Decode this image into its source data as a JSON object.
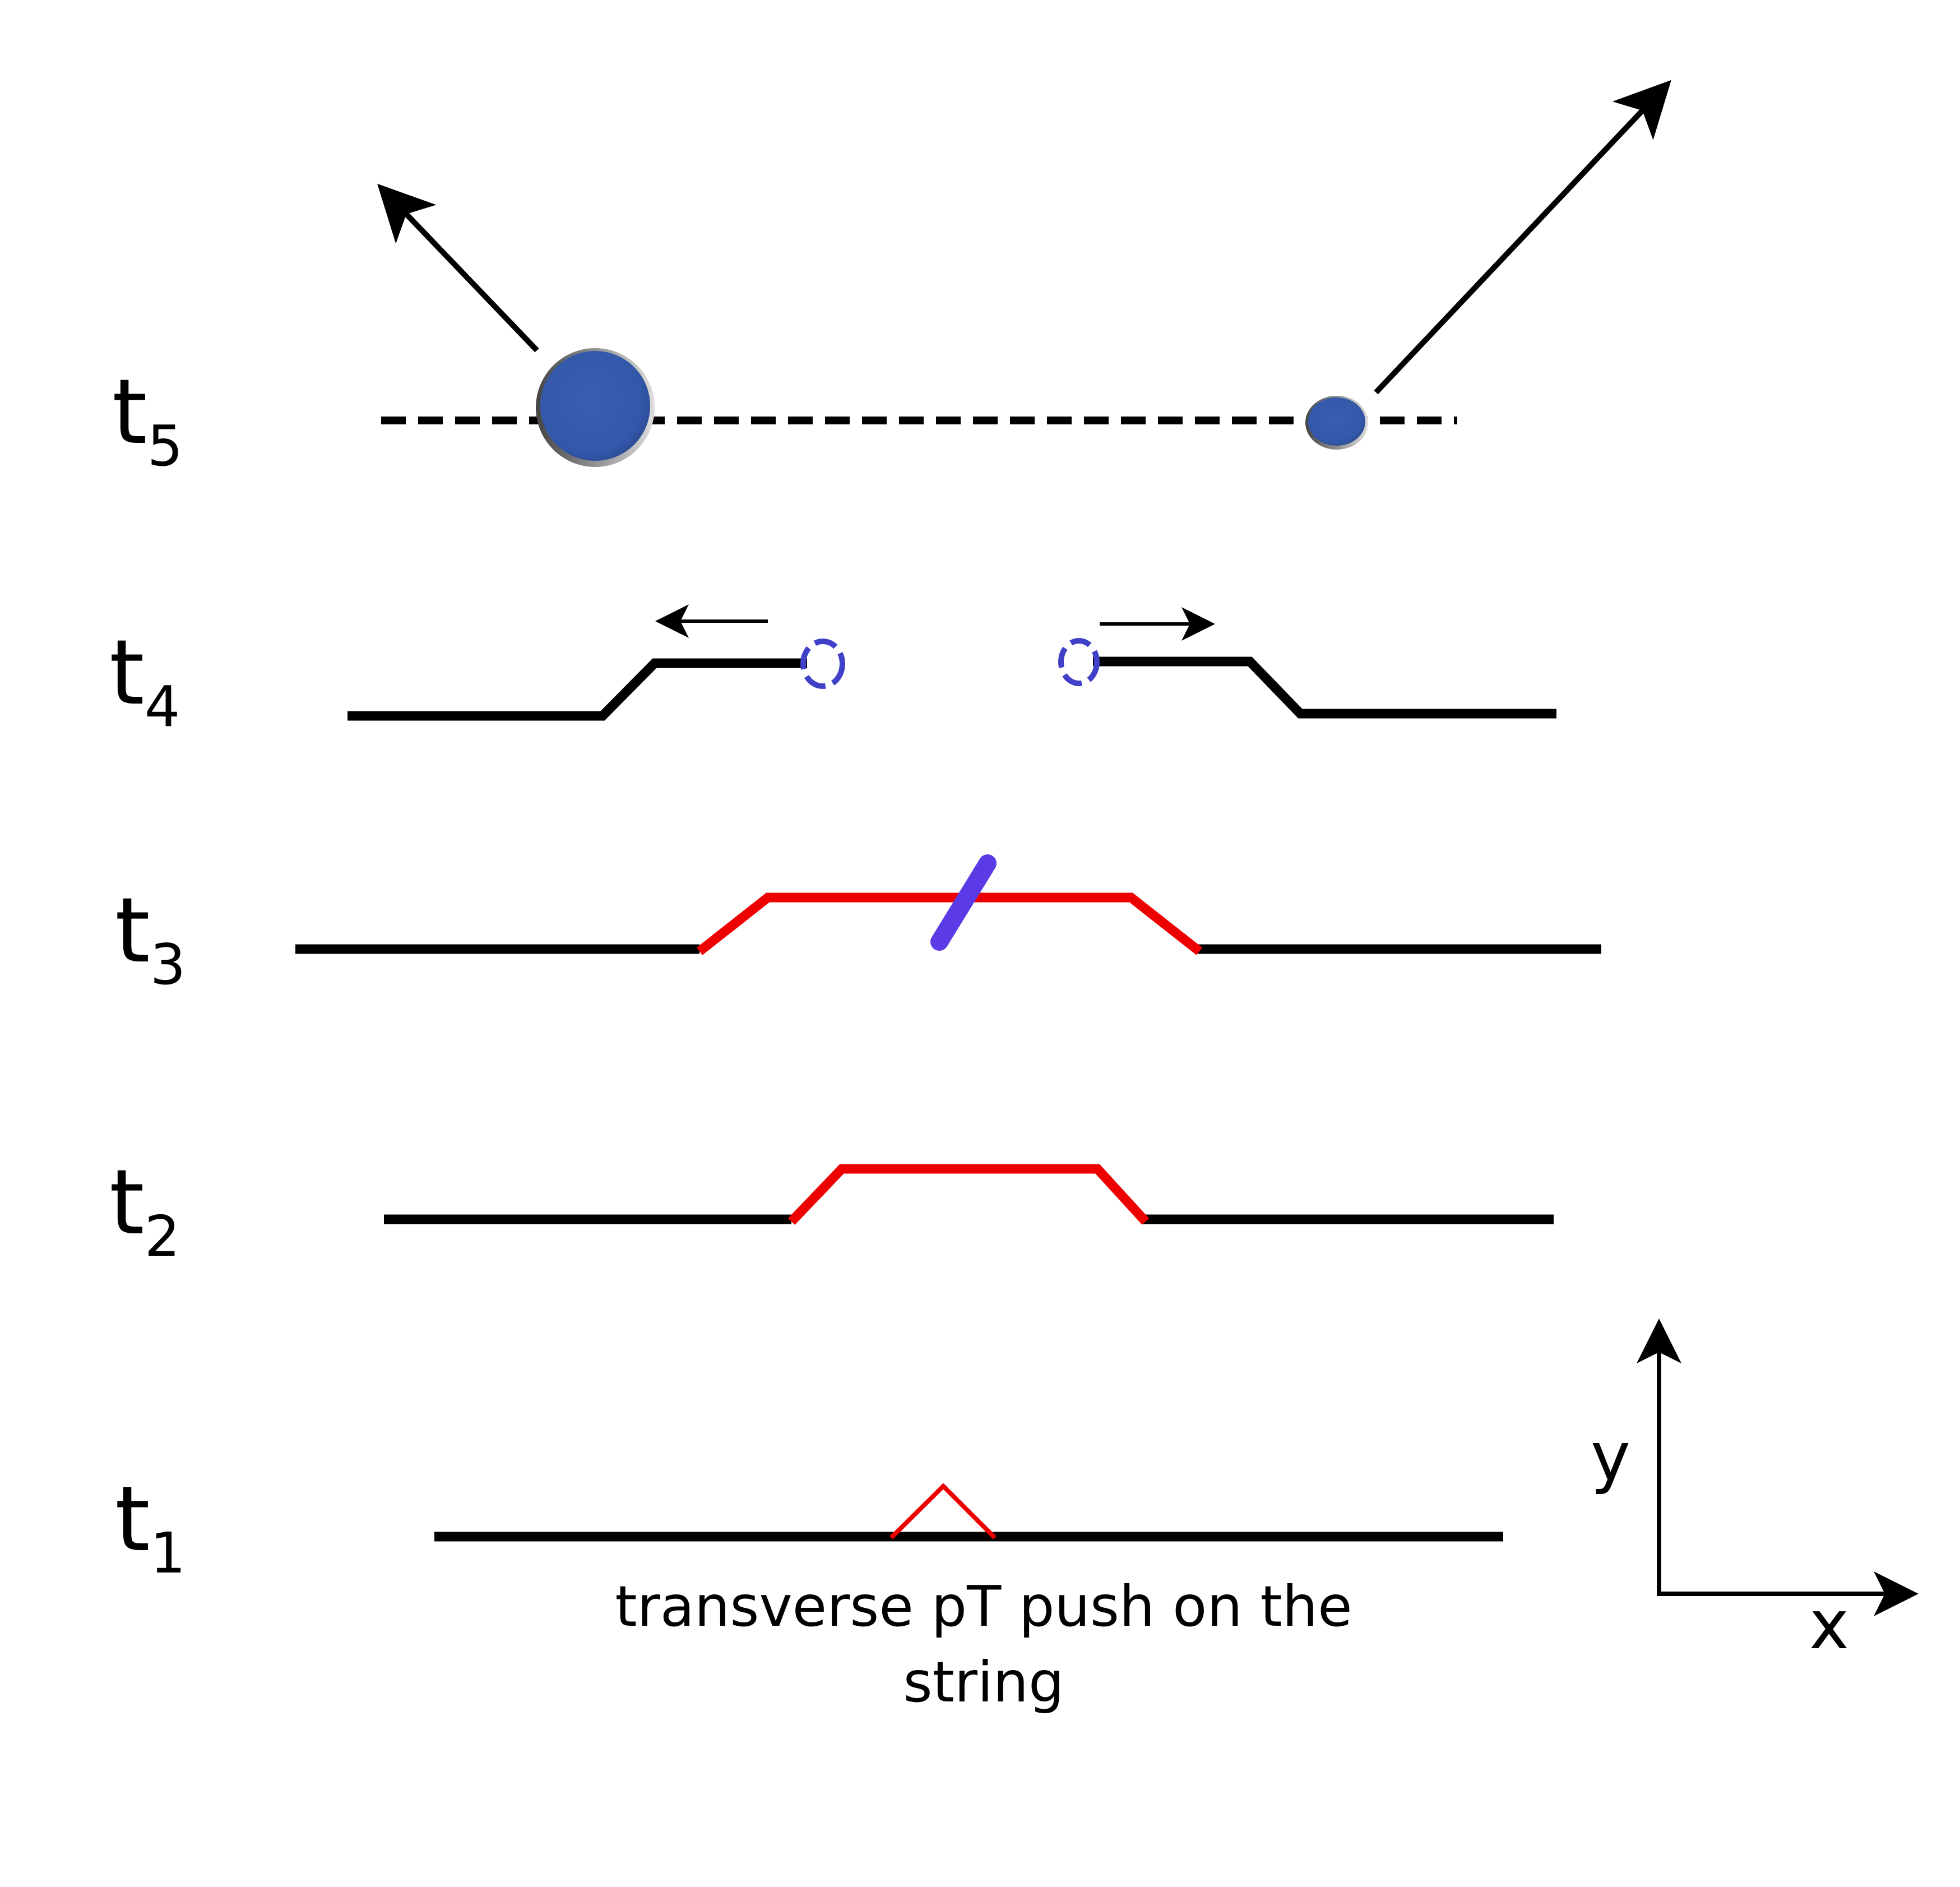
{
  "diagram": {
    "time_steps": [
      {
        "id": "t5",
        "base": "t",
        "sub": "5"
      },
      {
        "id": "t4",
        "base": "t",
        "sub": "4"
      },
      {
        "id": "t3",
        "base": "t",
        "sub": "3"
      },
      {
        "id": "t2",
        "base": "t",
        "sub": "2"
      },
      {
        "id": "t1",
        "base": "t",
        "sub": "1"
      }
    ],
    "axes": {
      "x": "x",
      "y": "y"
    },
    "caption": {
      "line1": "transverse pT push on the",
      "line2": "string"
    },
    "colors": {
      "string": "#000000",
      "excitation": "#ee0000",
      "hadron": "#3358aa",
      "quark_pair": "#4040c8",
      "breakup": "#5a3be6"
    }
  }
}
